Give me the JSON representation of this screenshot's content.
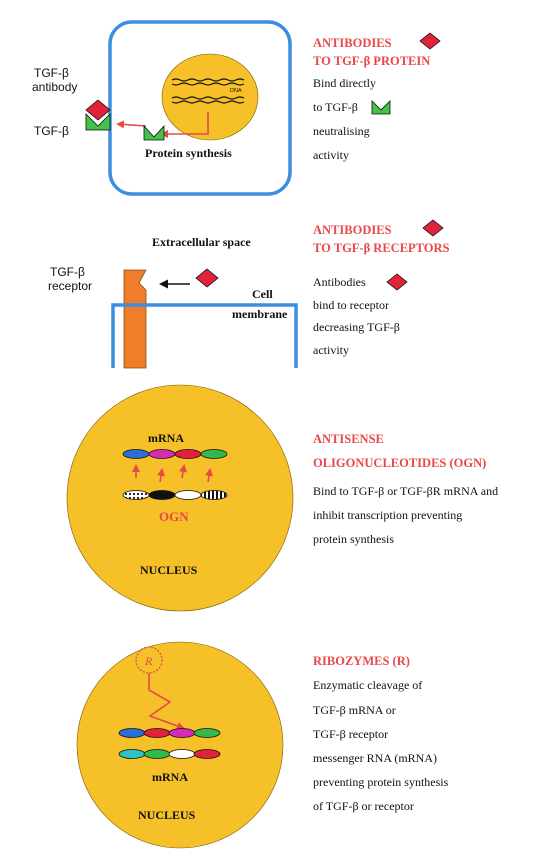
{
  "colors": {
    "accent_red": "#e8484a",
    "cell_blue": "#3c8fe0",
    "nucleus_yellow": "#f6c128",
    "receptor_orange": "#ef7d2a",
    "antibody_red": "#e0223a",
    "tgf_green": "#44c24a",
    "mrna_blue": "#2a6fd6",
    "mrna_magenta": "#d62ab7",
    "mrna_red": "#e0223a",
    "mrna_green": "#33b84a",
    "mrna_cyan": "#2ec4c4"
  },
  "panel1": {
    "label_antibody_line1": "TGF-β",
    "label_antibody_line2": "antibody",
    "label_tgf": "TGF-β",
    "dna_label": "DNA",
    "protein_synthesis": "Protein synthesis",
    "heading_line1": "ANTIBODIES",
    "heading_line2": "TO TGF-β PROTEIN",
    "desc_line1": "Bind directly",
    "desc_line2": "to TGF-β",
    "desc_line3": "neutralising",
    "desc_line4": "activity",
    "icons": [
      "antibody-diamond-icon",
      "tgf-beta-chevron-icon"
    ]
  },
  "panel2": {
    "extracellular": "Extracellular space",
    "receptor_line1": "TGF-β",
    "receptor_line2": "receptor",
    "membrane_line1": "Cell",
    "membrane_line2": "membrane",
    "heading_line1": "ANTIBODIES",
    "heading_line2": "TO TGF-β RECEPTORS",
    "desc_line1": "Antibodies",
    "desc_line2": "bind to receptor",
    "desc_line3": "decreasing TGF-β",
    "desc_line4": "activity"
  },
  "panel3": {
    "mrna": "mRNA",
    "ogn": "OGN",
    "nucleus": "NUCLEUS",
    "heading_line1": "ANTISENSE",
    "heading_line2": "OLIGONUCLEOTIDES (OGN)",
    "desc_line1": "Bind to TGF-β or TGF-βR mRNA and",
    "desc_line2": "inhibit transcription preventing",
    "desc_line3": "protein synthesis"
  },
  "panel4": {
    "ribozyme": "R",
    "mrna": "mRNA",
    "nucleus": "NUCLEUS",
    "heading": "RIBOZYMES (R)",
    "desc_line1": "Enzymatic cleavage of",
    "desc_line2": "TGF-β mRNA or",
    "desc_line3": "TGF-β receptor",
    "desc_line4": "messenger RNA (mRNA)",
    "desc_line5": "preventing  protein synthesis",
    "desc_line6": "of TGF-β or receptor"
  }
}
